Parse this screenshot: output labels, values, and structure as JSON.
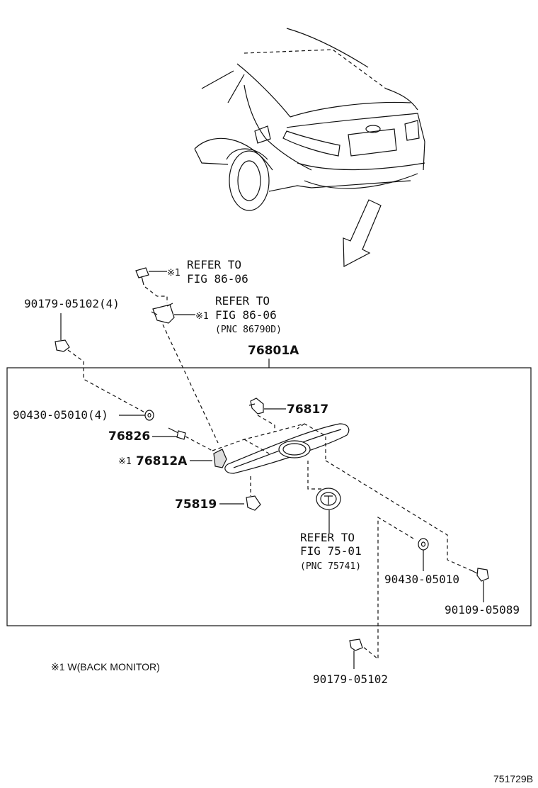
{
  "callouts": {
    "refer_top_1": "REFER TO",
    "refer_top_2": "FIG 86-06",
    "refer_mid_1": "REFER TO",
    "refer_mid_2": "FIG 86-06",
    "refer_mid_3": "(PNC 86790D)",
    "refer_bot_1": "REFER TO",
    "refer_bot_2": "FIG 75-01",
    "refer_bot_3": "(PNC 75741)",
    "mark_symbol": "※1"
  },
  "parts": {
    "p_90179_4": "90179-05102(4)",
    "p_76801A": "76801A",
    "p_90430_4": "90430-05010(4)",
    "p_76817": "76817",
    "p_76826": "76826",
    "p_76812A": "76812A",
    "p_75819": "75819",
    "p_90430": "90430-05010",
    "p_90109": "90109-05089",
    "p_90179": "90179-05102"
  },
  "footnote": "※1 W(BACK MONITOR)",
  "figure_code": "751729B"
}
